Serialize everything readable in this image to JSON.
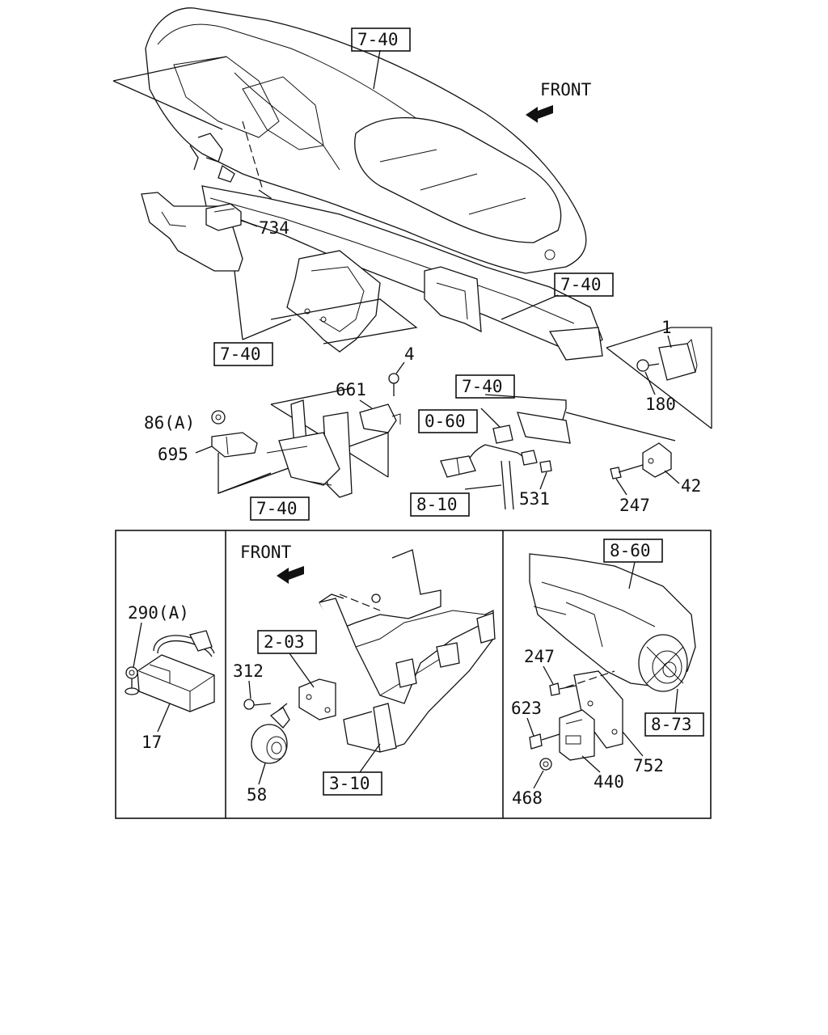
{
  "main": {
    "front_label": "FRONT",
    "refs": {
      "r1": "7-40",
      "r2": "7-40",
      "r3": "7-40",
      "r4": "7-40",
      "r5": "0-60",
      "r6": "8-10",
      "r7": "7-40"
    },
    "parts": [
      "734",
      "4",
      "661",
      "86(A)",
      "695",
      "1",
      "180",
      "42",
      "247",
      "531"
    ]
  },
  "panel_left": {
    "parts": [
      "290(A)",
      "17"
    ]
  },
  "panel_middle": {
    "front_label": "FRONT",
    "refs": {
      "r1": "2-03",
      "r2": "3-10"
    },
    "parts": [
      "312",
      "58"
    ]
  },
  "panel_right": {
    "refs": {
      "r1": "8-60",
      "r2": "8-73"
    },
    "parts": [
      "247",
      "623",
      "468",
      "440",
      "752"
    ]
  }
}
